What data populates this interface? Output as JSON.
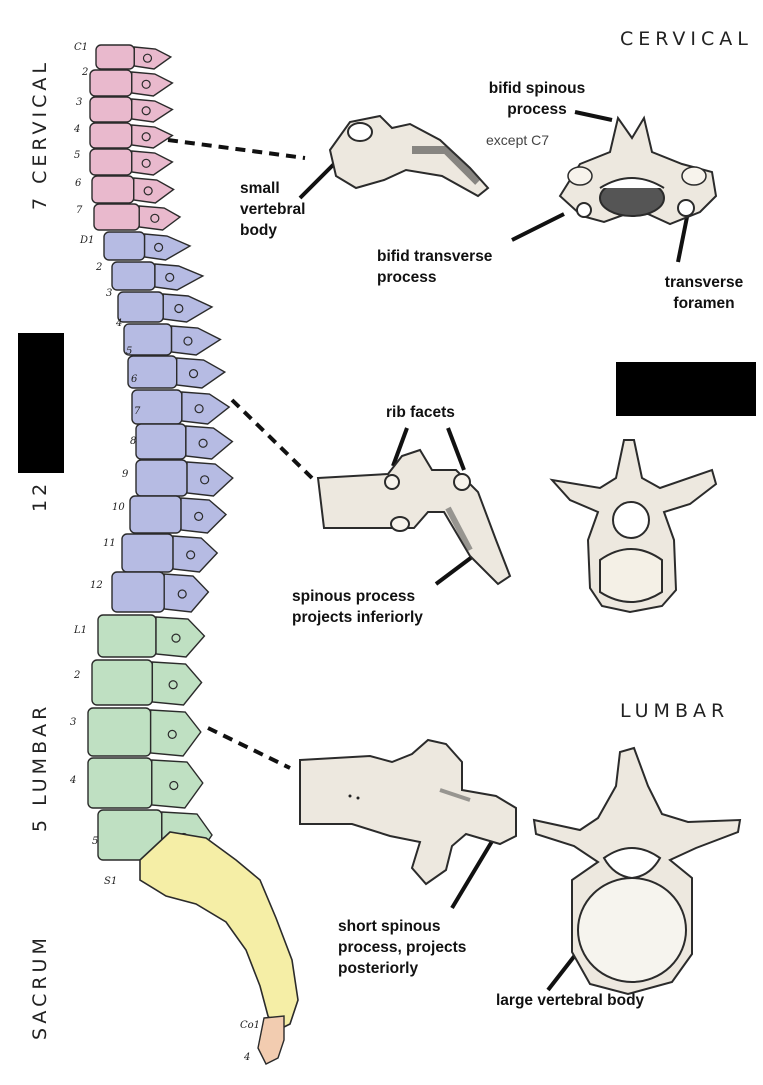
{
  "region_labels": {
    "cervical_side": "7 CERVICAL",
    "thoracic_side": "12",
    "lumbar_side": "5 LUMBAR",
    "sacrum_side": "SACRUM",
    "cervical_header": "CERVICAL",
    "lumbar_header": "LUMBAR"
  },
  "vertebra_numbers": {
    "c1": "C1",
    "c2": "2",
    "c3": "3",
    "c4": "4",
    "c5": "5",
    "c6": "6",
    "c7": "7",
    "d1": "D1",
    "d2": "2",
    "d3": "3",
    "d4": "4",
    "d5": "5",
    "d6": "6",
    "d7": "7",
    "d8": "8",
    "d9": "9",
    "d10": "10",
    "d11": "11",
    "d12": "12",
    "l1": "L1",
    "l2": "2",
    "l3": "3",
    "l4": "4",
    "l5": "5",
    "s1": "S1",
    "co1": "Co1",
    "co4": "4"
  },
  "annotations": {
    "bifid_spinous": "bifid spinous\nprocess",
    "except_c7": "except C7",
    "small_body": "small\nvertebral\nbody",
    "bifid_transverse": "bifid transverse\nprocess",
    "transverse_foramen": "transverse\nforamen",
    "rib_facets": "rib facets",
    "spinous_inferior": "spinous process\nprojects inferiorly",
    "short_spinous": "short spinous\nprocess, projects\nposteriorly",
    "large_body": "large vertebral body"
  },
  "colors": {
    "cervical": "#e9b9cd",
    "thoracic": "#b6bbe3",
    "lumbar": "#bfe0c2",
    "sacrum": "#f5eea6",
    "coccyx": "#f2ccb0",
    "bone": "#ede8df",
    "outline": "#2b2b2b"
  }
}
